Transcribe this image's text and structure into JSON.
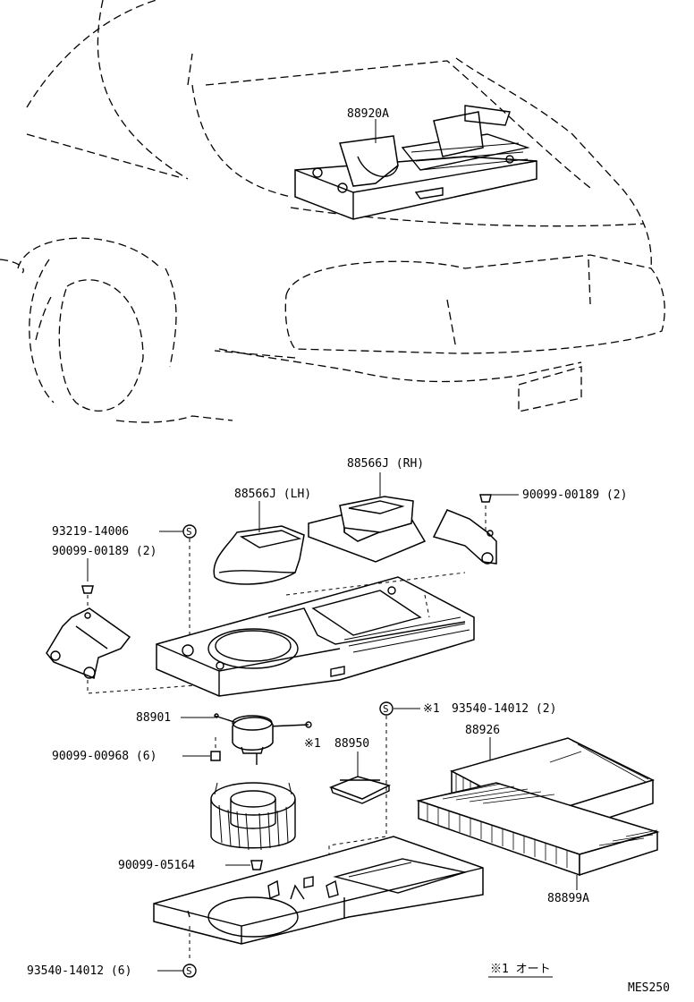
{
  "labels": {
    "p88920A": "88920A",
    "p88566J_RH": "88566J (RH)",
    "p88566J_LH": "88566J (LH)",
    "p90099_00189_r": "90099-00189 (2)",
    "p93219_14006": "93219-14006",
    "p90099_00189_l": "90099-00189 (2)",
    "p88901": "88901",
    "p90099_00968": "90099-00968 (6)",
    "p88950": "88950",
    "p88950_mark": "※1",
    "p93540_top_mark": "※1",
    "p93540_top": "93540-14012 (2)",
    "p88926": "88926",
    "p90099_05164": "90099-05164",
    "p88899A": "88899A",
    "p93540_bottom": "93540-14012 (6)",
    "footnote": "※1  オート",
    "code": "MES250"
  },
  "symbols": {
    "screw_mark": "S"
  }
}
